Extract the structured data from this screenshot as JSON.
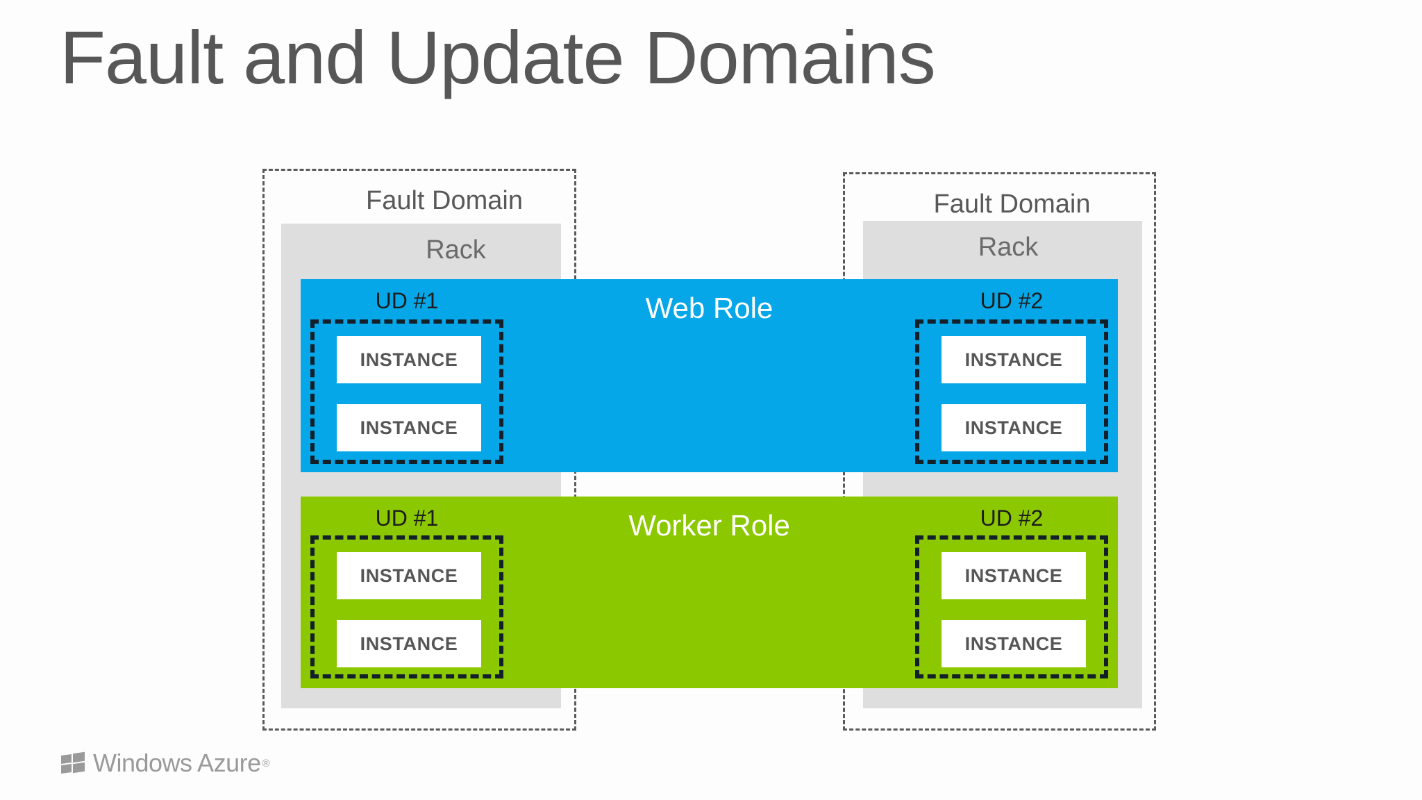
{
  "slide": {
    "title": "Fault and Update Domains",
    "title_color": "#575757",
    "background_color": "#fdfdfd"
  },
  "colors": {
    "web_role_blue": "#06a7e8",
    "worker_role_green": "#8cc800",
    "rack_grey": "#dedede",
    "dashed_outer": "#5a5a5a",
    "dashed_inner": "#13202a",
    "instance_white": "#ffffff",
    "instance_text": "#565656",
    "logo_grey": "#9a9a9a"
  },
  "fault_domains": [
    {
      "id": "fd-left",
      "label": "Fault Domain",
      "rack_label": "Rack",
      "update_domain_web": "UD #1",
      "update_domain_worker": "UD #1"
    },
    {
      "id": "fd-right",
      "label": "Fault Domain",
      "rack_label": "Rack",
      "update_domain_web": "UD #2",
      "update_domain_worker": "UD #2"
    }
  ],
  "roles": [
    {
      "id": "web",
      "title": "Web Role",
      "color": "#06a7e8",
      "update_domains": [
        {
          "label": "UD #1",
          "instances": [
            "INSTANCE",
            "INSTANCE"
          ]
        },
        {
          "label": "UD #2",
          "instances": [
            "INSTANCE",
            "INSTANCE"
          ]
        }
      ]
    },
    {
      "id": "worker",
      "title": "Worker Role",
      "color": "#8cc800",
      "update_domains": [
        {
          "label": "UD #1",
          "instances": [
            "INSTANCE",
            "INSTANCE"
          ]
        },
        {
          "label": "UD #2",
          "instances": [
            "INSTANCE",
            "INSTANCE"
          ]
        }
      ]
    }
  ],
  "footer": {
    "logo_text": "Windows Azure",
    "logo_trademark": "®",
    "logo_icon": "windows-flag-icon"
  }
}
